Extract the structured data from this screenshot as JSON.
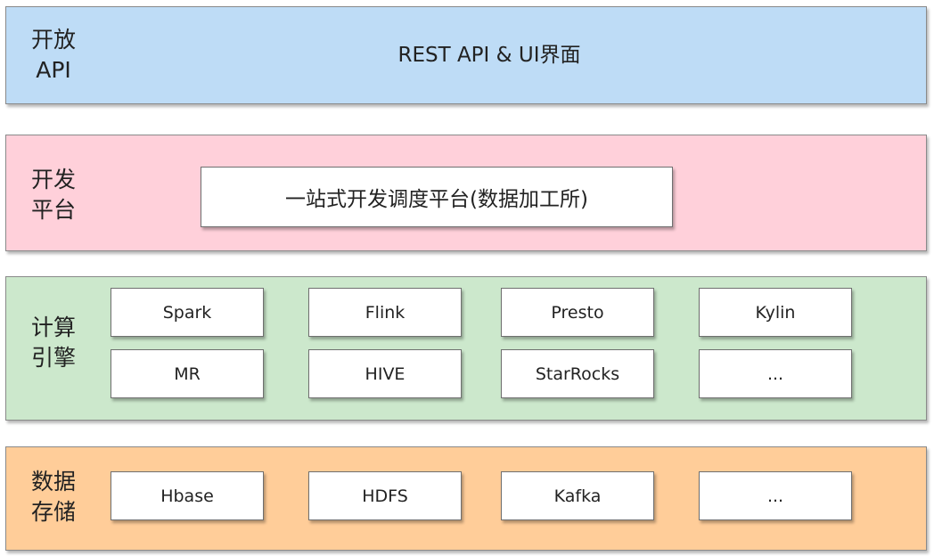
{
  "layers": {
    "api": {
      "label": "开放\nAPI",
      "content": "REST API & UI界面",
      "color": "#bedcf6"
    },
    "dev": {
      "label": "开发\n平台",
      "content": "一站式开发调度平台(数据加工所)",
      "color": "#ffd0da"
    },
    "compute": {
      "label": "计算\n引擎",
      "items": [
        "Spark",
        "Flink",
        "Presto",
        "Kylin",
        "MR",
        "HIVE",
        "StarRocks",
        "..."
      ],
      "color": "#cce8cc"
    },
    "storage": {
      "label": "数据\n存储",
      "items": [
        "Hbase",
        "HDFS",
        "Kafka",
        "..."
      ],
      "color": "#ffcd99"
    }
  }
}
